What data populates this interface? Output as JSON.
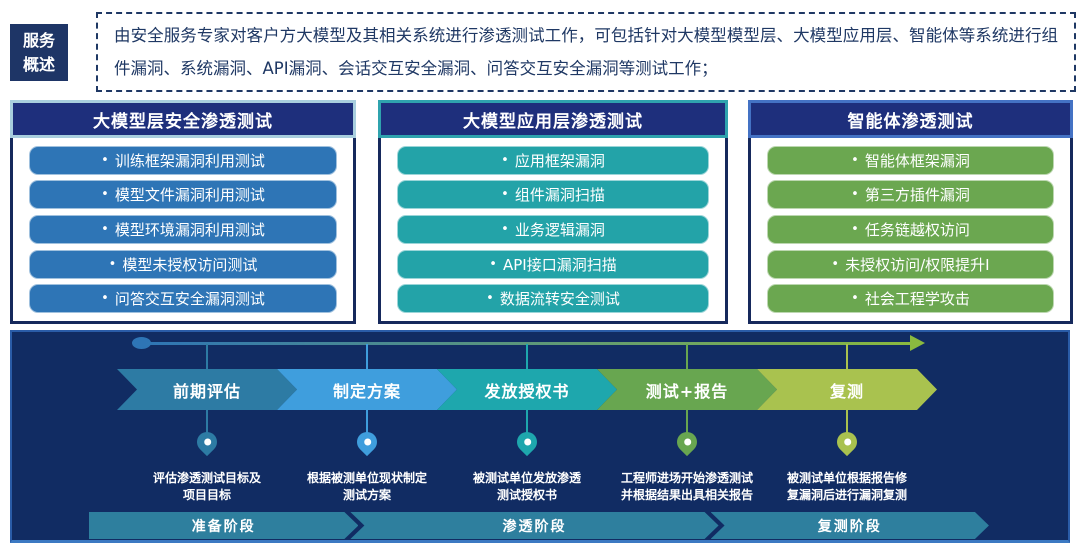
{
  "ui": {
    "bullet": "•"
  },
  "header": {
    "badge_line1": "服务",
    "badge_line2": "概述",
    "overview": "由安全服务专家对客户方大模型及其相关系统进行渗透测试工作，可包括针对大模型模型层、大模型应用层、智能体等系统进行组件漏洞、系统漏洞、API漏洞、会话交互安全漏洞、问答交互安全漏洞等测试工作；"
  },
  "columns": [
    {
      "title": "大模型层安全渗透测试",
      "accent": "#a8cede",
      "item_color": "#2e75b6",
      "items": [
        "训练框架漏洞利用测试",
        "模型文件漏洞利用测试",
        "模型环境漏洞利用测试",
        "模型未授权访问测试",
        "问答交互安全漏洞测试"
      ]
    },
    {
      "title": "大模型应用层渗透测试",
      "accent": "#2fa3ae",
      "item_color": "#23a3a8",
      "items": [
        "应用框架漏洞",
        "组件漏洞扫描",
        "业务逻辑漏洞",
        "API接口漏洞扫描",
        "数据流转安全测试"
      ]
    },
    {
      "title": "智能体渗透测试",
      "accent": "#4472c4",
      "item_color": "#6ba750",
      "items": [
        "智能体框架漏洞",
        "第三方插件漏洞",
        "任务链越权访问",
        "未授权访问/权限提升I",
        "社会工程学攻击"
      ]
    }
  ],
  "process": {
    "timeline": {
      "start_color": "#2e75b6",
      "end_color": "#8ab93f"
    },
    "stage_color": "#2e7f9e",
    "phases": [
      {
        "label": "前期评估",
        "color": "#2d7ba4",
        "desc": "评估渗透测试目标及\n项目目标"
      },
      {
        "label": "制定方案",
        "color": "#3f9edd",
        "desc": "根据被测单位现状制定\n测试方案"
      },
      {
        "label": "发放授权书",
        "color": "#1ea7ad",
        "desc": "被测试单位发放渗透\n测试授权书"
      },
      {
        "label": "测试+报告",
        "color": "#68a650",
        "desc": "工程师进场开始渗透测试\n并根据结果出具相关报告"
      },
      {
        "label": "复测",
        "color": "#a9c24f",
        "desc": "被测试单位根据报告修\n复漏洞后进行漏洞复测"
      }
    ],
    "stages": [
      {
        "label": "准备阶段"
      },
      {
        "label": "渗透阶段"
      },
      {
        "label": "复测阶段"
      }
    ]
  }
}
